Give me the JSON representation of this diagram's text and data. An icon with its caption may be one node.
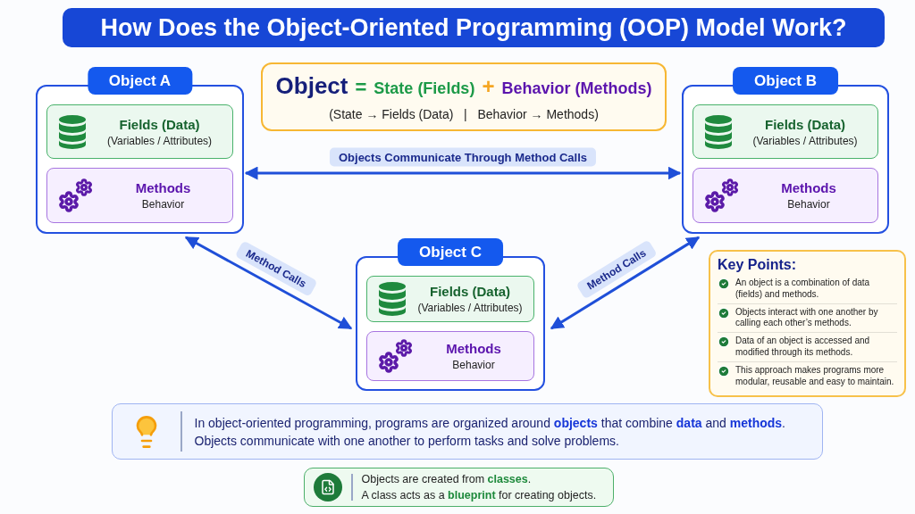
{
  "diagram": {
    "title": "How Does the Object-Oriented Programming (OOP) Model Work?",
    "nodes": [
      {
        "text": [
          "Object A"
        ]
      },
      {
        "text": [
          "Fields (Data)",
          "(Variables / Attributes)"
        ],
        "in": 0
      },
      {
        "text": [
          "Methods",
          "Behavior"
        ],
        "in": 0
      },
      {
        "text": [
          "Object B"
        ]
      },
      {
        "text": [
          "Fields (Data)",
          "(Variables / Attributes)"
        ],
        "in": 3
      },
      {
        "text": [
          "Methods",
          "Behavior"
        ],
        "in": 3
      },
      {
        "text": [
          "Object C"
        ]
      },
      {
        "text": [
          "Fields (Data)",
          "(Variables / Attributes)"
        ],
        "in": 6
      },
      {
        "text": [
          "Methods",
          "Behavior"
        ],
        "in": 6
      },
      {
        "text": [
          "Object",
          "=",
          "State (Fields)",
          "+",
          "Behavior (Methods)",
          "(State → Fields (Data)   |   Behavior → Methods)"
        ]
      },
      {
        "text": [
          "Key Points:",
          "An object is a combination of data (fields) and methods.",
          "Objects interact with one another by calling each other’s methods.",
          "Data of an object is accessed and modified through its methods.",
          "This approach makes programs more modular, reusable and easy to maintain."
        ]
      },
      {
        "text": [
          "In object-oriented programming, programs are organized around **objects** that combine **data** and **methods**.",
          "Objects communicate with one another to perform tasks and solve problems."
        ]
      },
      {
        "text": [
          "Objects are created from **classes**.",
          "A class acts as a **blueprint** for creating objects."
        ]
      }
    ],
    "edges": [
      {
        "from": 0,
        "to": 3,
        "arrow": "both",
        "label": "Objects Communicate Through Method Calls"
      },
      {
        "from": 0,
        "to": 6,
        "arrow": "both",
        "label": "Method Calls"
      },
      {
        "from": 6,
        "to": 3,
        "arrow": "both",
        "label": "Method Calls"
      }
    ]
  }
}
